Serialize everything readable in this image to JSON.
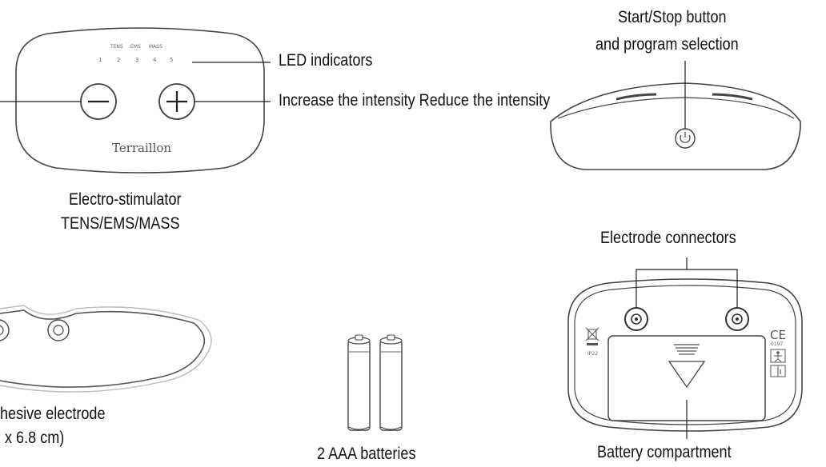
{
  "device_front": {
    "mode_labels": [
      "TENS",
      "EMS",
      "MASS"
    ],
    "led_numbers": [
      "1",
      "2",
      "3",
      "4",
      "5"
    ],
    "brand": "Terraillon",
    "caption_line1": "Electro-stimulator",
    "caption_line2": "TENS/EMS/MASS"
  },
  "callouts": {
    "led_indicators": "LED indicators",
    "intensity": "Increase the intensity Reduce the intensity",
    "start_stop_line1": "Start/Stop button",
    "start_stop_line2": "and program selection",
    "electrode_connectors": "Electrode connectors",
    "battery_compartment": "Battery compartment"
  },
  "electrode": {
    "caption_line1": "hesive electrode",
    "caption_line2": "x 6.8 cm)"
  },
  "batteries": {
    "caption": "2 AAA batteries"
  },
  "device_back": {
    "ce_mark": "CE",
    "notified_body": "0197",
    "ip_rating": "IP22"
  }
}
